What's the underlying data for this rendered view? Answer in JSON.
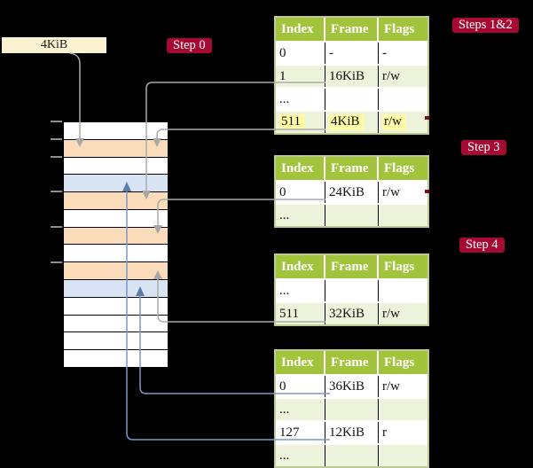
{
  "labels": {
    "page_size": "4KiB"
  },
  "badges": [
    {
      "id": "step0",
      "label": "Step 0"
    },
    {
      "id": "steps12",
      "label": "Steps 1&2"
    },
    {
      "id": "step3",
      "label": "Step 3"
    },
    {
      "id": "step4",
      "label": "Step 4"
    }
  ],
  "memory_stack": {
    "rows": [
      "white",
      "orange",
      "white",
      "blue",
      "orange",
      "white",
      "orange",
      "white",
      "orange",
      "blue",
      "white",
      "white",
      "white",
      "white"
    ]
  },
  "tables": [
    {
      "id": "page-table-steps-1-2",
      "headers": [
        "Index",
        "Frame",
        "Flags"
      ],
      "rows": [
        {
          "cells": [
            "0",
            "-",
            "-"
          ],
          "shade": "white",
          "highlight": false
        },
        {
          "cells": [
            "1",
            "16KiB",
            "r/w"
          ],
          "shade": "green",
          "highlight": false
        },
        {
          "cells": [
            "...",
            "",
            ""
          ],
          "shade": "white",
          "highlight": false
        },
        {
          "cells": [
            "511",
            "4KiB",
            "r/w"
          ],
          "shade": "green",
          "highlight": true
        }
      ]
    },
    {
      "id": "page-table-step-3",
      "headers": [
        "Index",
        "Frame",
        "Flags"
      ],
      "rows": [
        {
          "cells": [
            "0",
            "24KiB",
            "r/w"
          ],
          "shade": "white",
          "highlight": false
        },
        {
          "cells": [
            "...",
            "",
            ""
          ],
          "shade": "green",
          "highlight": false
        }
      ]
    },
    {
      "id": "page-table-step-4-upper",
      "headers": [
        "Index",
        "Frame",
        "Flags"
      ],
      "rows": [
        {
          "cells": [
            "...",
            "",
            ""
          ],
          "shade": "white",
          "highlight": false
        },
        {
          "cells": [
            "511",
            "32KiB",
            "r/w"
          ],
          "shade": "green",
          "highlight": false
        }
      ]
    },
    {
      "id": "page-table-step-4-lower",
      "headers": [
        "Index",
        "Frame",
        "Flags"
      ],
      "rows": [
        {
          "cells": [
            "0",
            "36KiB",
            "r/w"
          ],
          "shade": "white",
          "highlight": false
        },
        {
          "cells": [
            "...",
            "",
            ""
          ],
          "shade": "green",
          "highlight": false
        },
        {
          "cells": [
            "127",
            "12KiB",
            "r"
          ],
          "shade": "white",
          "highlight": false
        },
        {
          "cells": [
            "...",
            "",
            ""
          ],
          "shade": "green",
          "highlight": false
        }
      ]
    }
  ],
  "connectors": [
    {
      "id": "page-size-label-to-frame-4kib",
      "color": "gray"
    },
    {
      "id": "entry-1-to-frame-16kib",
      "color": "gray"
    },
    {
      "id": "entry-511-to-frame-4kib",
      "color": "gray"
    },
    {
      "id": "step3-entry-0-to-frame-24kib",
      "color": "gray"
    },
    {
      "id": "step4-entry-511-to-frame-32kib",
      "color": "gray"
    },
    {
      "id": "leaf-entry-0-to-frame-36kib",
      "color": "blue"
    },
    {
      "id": "leaf-entry-127-to-frame-12kib",
      "color": "blue"
    }
  ],
  "colors": {
    "background": "#000000",
    "page_size_box": "#fbf2d1",
    "memory_orange": "#fbdcba",
    "memory_blue": "#d8e4f3",
    "memory_white": "#ffffff",
    "table_header_green": "#a2c33c",
    "table_row_green": "#edf2da",
    "highlight_yellow": "#fff9a6",
    "badge_red": "#a60a33",
    "gray_connector": "#ababab",
    "blue_connector": "#7e97c6",
    "table_border": "#bdca94"
  }
}
